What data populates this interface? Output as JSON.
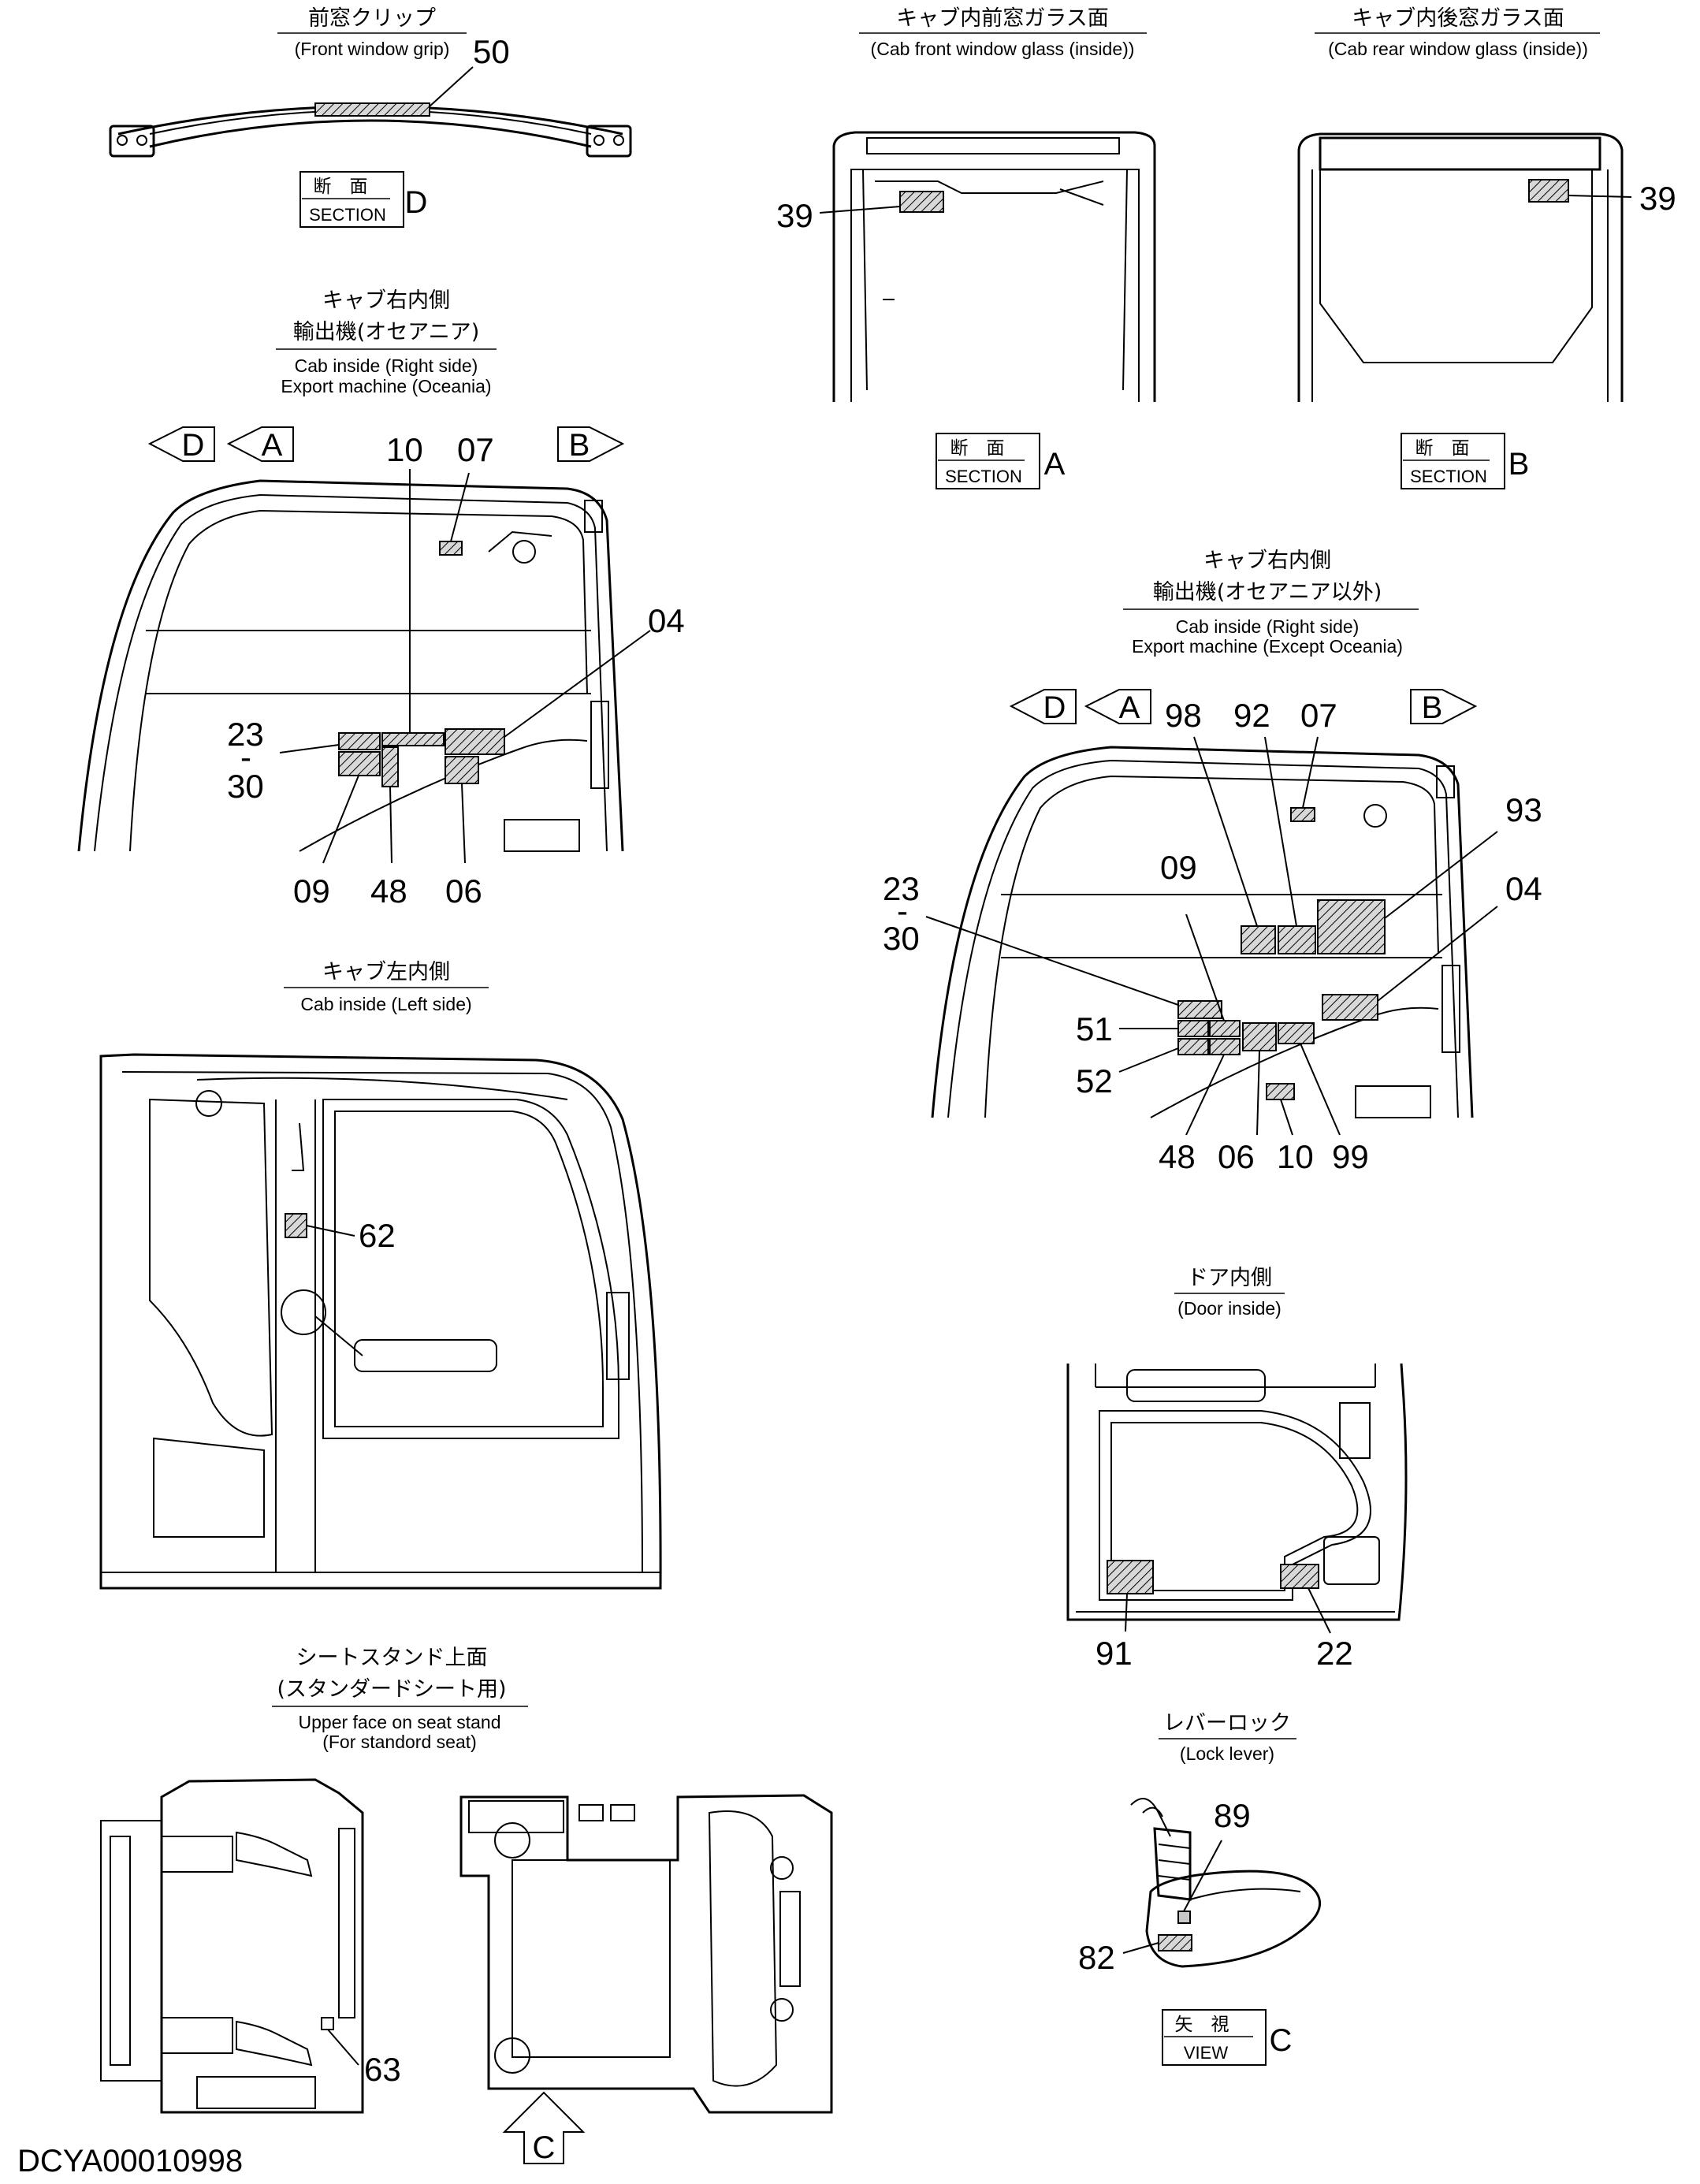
{
  "document_code": "DCYA00010998",
  "views": {
    "front_window_grip": {
      "title_ja": "前窓クリップ",
      "title_en": "(Front window grip)"
    },
    "cab_front_glass": {
      "title_ja": "キャブ内前窓ガラス面",
      "title_en": "(Cab front window glass (inside))"
    },
    "cab_rear_glass": {
      "title_ja": "キャブ内後窓ガラス面",
      "title_en": "(Cab rear window glass (inside))"
    },
    "cab_right_oceania": {
      "title_ja_1": "キャブ右内側",
      "title_ja_2": "輸出機(オセアニア)",
      "title_en_1": "Cab inside (Right side)",
      "title_en_2": "Export machine (Oceania)"
    },
    "cab_right_except": {
      "title_ja_1": "キャブ右内側",
      "title_ja_2": "輸出機(オセアニア以外)",
      "title_en_1": "Cab inside (Right side)",
      "title_en_2": "Export machine (Except Oceania)"
    },
    "cab_left": {
      "title_ja": "キャブ左内側",
      "title_en": "Cab inside (Left side)"
    },
    "door_inside": {
      "title_ja": "ドア内側",
      "title_en": "(Door inside)"
    },
    "seat_stand": {
      "title_ja_1": "シートスタンド上面",
      "title_ja_2": "(スタンダードシート用)",
      "title_en_1": "Upper face on seat stand",
      "title_en_2": "(For standord seat)"
    },
    "lock_lever": {
      "title_ja": "レバーロック",
      "title_en": "(Lock lever)"
    }
  },
  "section_boxes": {
    "d": {
      "ja": "断　面",
      "en": "SECTION",
      "letter": "D"
    },
    "a": {
      "ja": "断　面",
      "en": "SECTION",
      "letter": "A"
    },
    "b": {
      "ja": "断　面",
      "en": "SECTION",
      "letter": "B"
    },
    "c": {
      "ja": "矢　視",
      "en": "VIEW",
      "letter": "C"
    }
  },
  "view_arrows": {
    "oce_d": "D",
    "oce_a": "A",
    "oce_b": "B",
    "exc_d": "D",
    "exc_a": "A",
    "exc_b": "B",
    "seat_c": "C"
  },
  "callouts": {
    "grip_50": "50",
    "front_39": "39",
    "rear_39": "39",
    "oce_10": "10",
    "oce_07": "07",
    "oce_04": "04",
    "oce_23": "23",
    "oce_dash": "-",
    "oce_30": "30",
    "oce_09": "09",
    "oce_48": "48",
    "oce_06": "06",
    "exc_98": "98",
    "exc_92": "92",
    "exc_07": "07",
    "exc_93": "93",
    "exc_09": "09",
    "exc_04": "04",
    "exc_23": "23",
    "exc_dash": "-",
    "exc_30": "30",
    "exc_51": "51",
    "exc_52": "52",
    "exc_48": "48",
    "exc_06": "06",
    "exc_10": "10",
    "exc_99": "99",
    "left_62": "62",
    "door_91": "91",
    "door_22": "22",
    "seat_63": "63",
    "lever_89": "89",
    "lever_82": "82"
  }
}
